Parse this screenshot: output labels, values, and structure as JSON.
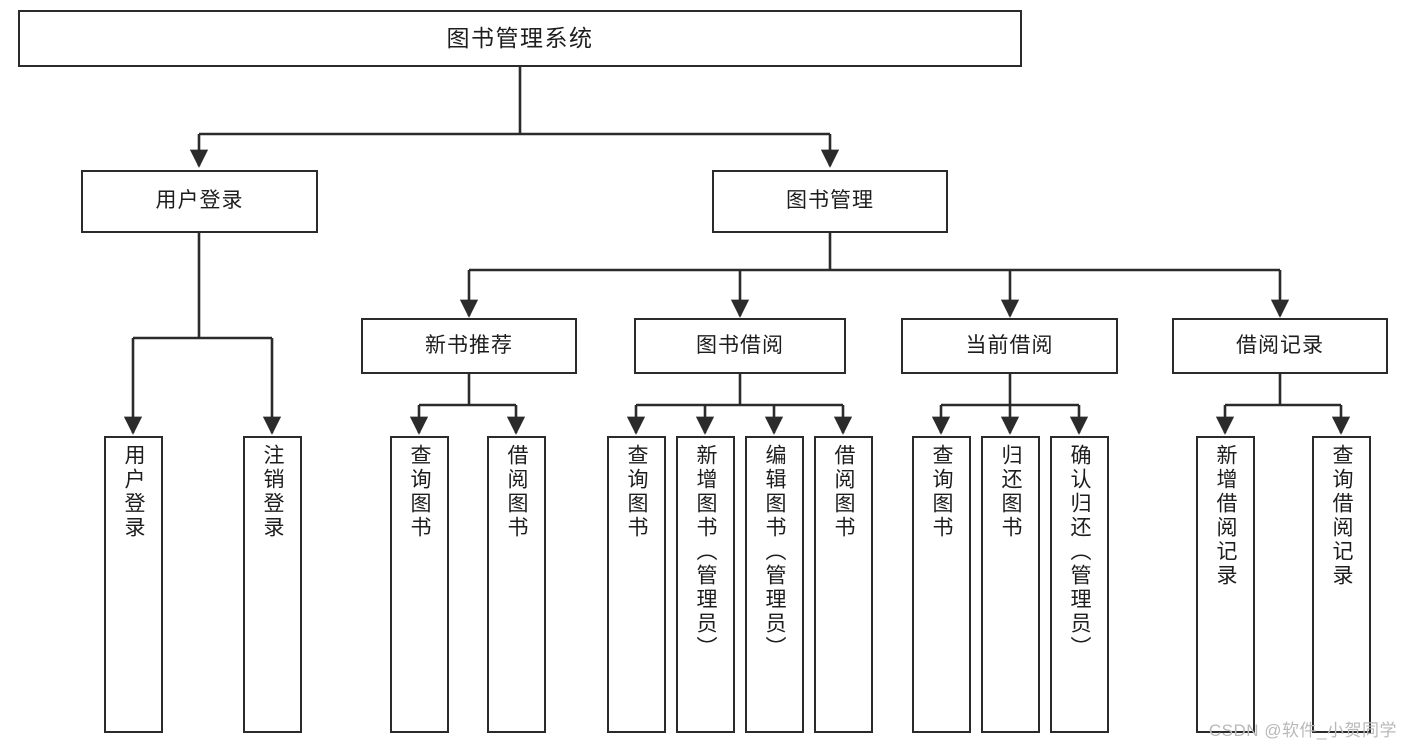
{
  "diagram": {
    "title": "图书管理系统",
    "type": "hierarchy-tree",
    "colors": {
      "box_border": "#2b2b2b",
      "box_fill": "#ffffff",
      "connector": "#2b2b2b",
      "text": "#1d1d1d",
      "watermark": "#b9b9b9",
      "background": "#ffffff"
    },
    "watermark": "CSDN @软件_小贺同学",
    "nodes": {
      "root": {
        "label": "图书管理系统"
      },
      "level2": [
        {
          "label": "用户登录"
        },
        {
          "label": "图书管理"
        }
      ],
      "level3": [
        {
          "label": "新书推荐"
        },
        {
          "label": "图书借阅"
        },
        {
          "label": "当前借阅"
        },
        {
          "label": "借阅记录"
        }
      ],
      "leaves": {
        "user_login": [
          {
            "label": "用户登录"
          },
          {
            "label": "注销登录"
          }
        ],
        "new_book_recommend": [
          {
            "label": "查询图书"
          },
          {
            "label": "借阅图书"
          }
        ],
        "book_borrow": [
          {
            "label": "查询图书"
          },
          {
            "label": "新增图书（管理员）"
          },
          {
            "label": "编辑图书（管理员）"
          },
          {
            "label": "借阅图书"
          }
        ],
        "current_borrow": [
          {
            "label": "查询图书"
          },
          {
            "label": "归还图书"
          },
          {
            "label": "确认归还（管理员）"
          }
        ],
        "borrow_record": [
          {
            "label": "新增借阅记录"
          },
          {
            "label": "查询借阅记录"
          }
        ]
      }
    }
  }
}
